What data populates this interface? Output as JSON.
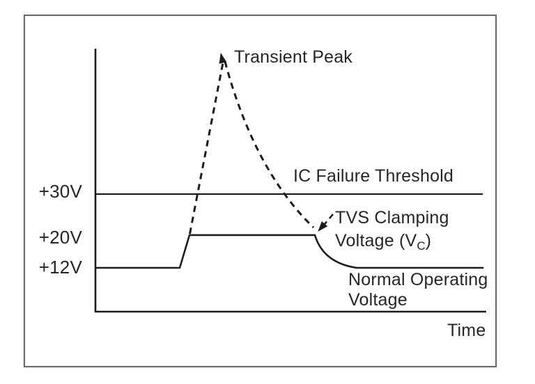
{
  "figure": {
    "background": "#ffffff",
    "frame_color": "#6a6a6a",
    "axis_color": "#1b1b1b",
    "line_color": "#1d1d1d",
    "text_color": "#262626"
  },
  "chart_data": {
    "type": "line",
    "title": "",
    "xlabel": "Time",
    "ylabel": "",
    "x_range": [
      0,
      100
    ],
    "ylim": [
      0,
      65
    ],
    "grid": false,
    "key_voltages": {
      "normal_operating_v": 12,
      "tvs_clamping_v": 20,
      "ic_failure_threshold_v": 30,
      "transient_peak_v_approx": 63
    },
    "y_ticks": [
      {
        "label": "+30V",
        "voltage": 30
      },
      {
        "label": "+20V",
        "voltage": 20
      },
      {
        "label": "+12V",
        "voltage": 12
      }
    ],
    "reference_lines": [
      {
        "name": "ic-failure-threshold-line",
        "voltage": 30,
        "t_start": 0,
        "t_end": 99.3
      }
    ],
    "series": [
      {
        "name": "clamped-supply-voltage",
        "style": "solid",
        "segments": [
          {
            "type": "polyline",
            "points": [
              [
                0,
                12
              ],
              [
                21.6,
                12
              ],
              [
                24.1,
                20
              ],
              [
                56.25,
                20
              ]
            ]
          },
          {
            "type": "quad",
            "control": [
              58.4,
              13.2
            ],
            "end": [
              67,
              12
            ]
          },
          {
            "type": "polyline",
            "points": [
              [
                99.5,
                12
              ]
            ]
          }
        ]
      },
      {
        "name": "unclamped-transient",
        "style": "dashed",
        "segments": [
          {
            "type": "polyline",
            "points": [
              [
                24.2,
                20.3
              ],
              [
                32.9,
                63.1
              ]
            ]
          },
          {
            "type": "move",
            "point": [
              33.2,
              62.4
            ]
          },
          {
            "type": "quad",
            "control": [
              40.7,
              35.8
            ],
            "end": [
              55.9,
              21.85
            ]
          }
        ]
      }
    ],
    "leader": {
      "from": [
        60.9,
        25.1
      ],
      "to": [
        57.9,
        21.7
      ]
    },
    "arrows": [
      {
        "name": "transient-peak-arrowhead",
        "t": 32.1,
        "v": 64.5,
        "angle_deg": -102
      },
      {
        "name": "clamp-point-arrowhead",
        "t": 57.0,
        "v": 20.83,
        "angle_deg": 131
      }
    ],
    "labels": {
      "transient_peak": "Transient Peak",
      "ic_failure_threshold": "IC Failure Threshold",
      "tvs_clamping_line1": "TVS Clamping",
      "tvs_voltage_pre": "Voltage (V",
      "tvs_voltage_sub": "C",
      "tvs_voltage_post": ")",
      "normal_operating_line1": "Normal Operating",
      "normal_operating_line2": "Voltage"
    }
  }
}
